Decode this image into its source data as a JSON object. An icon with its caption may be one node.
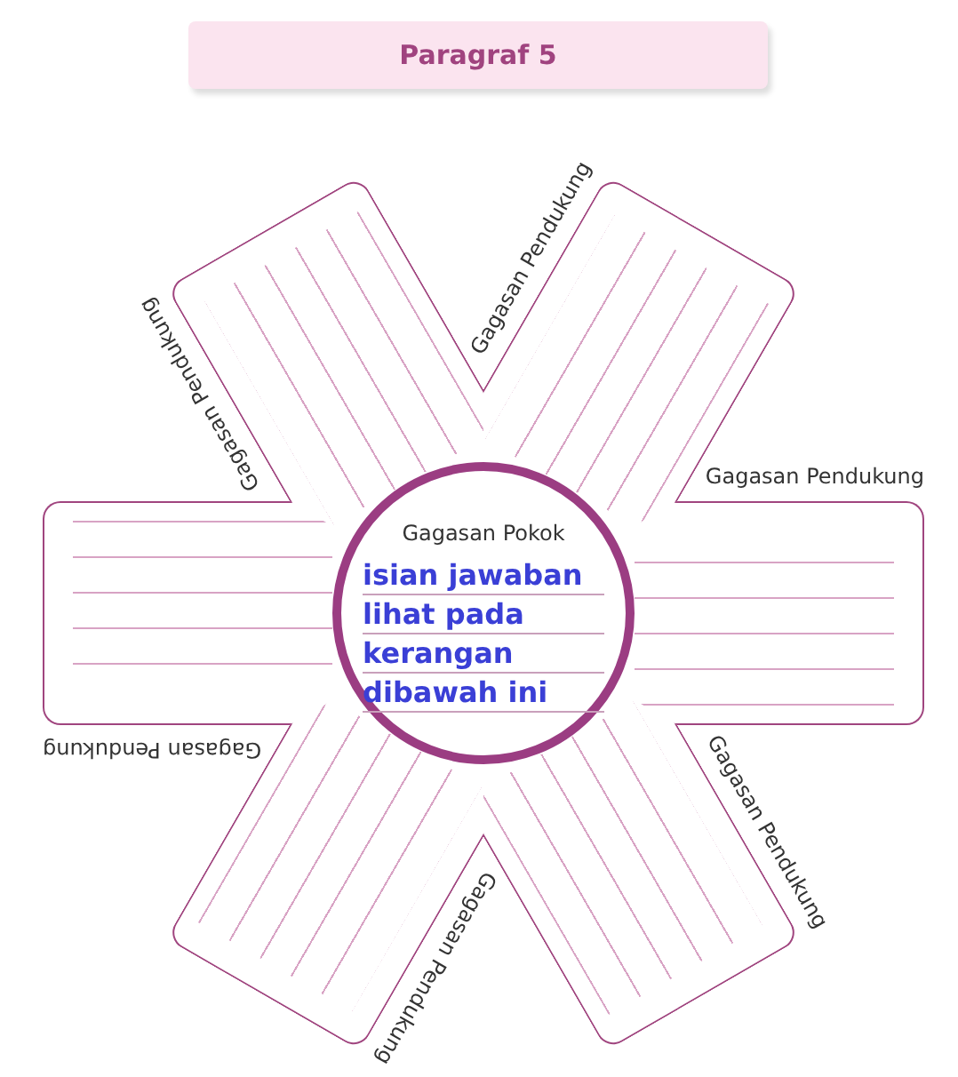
{
  "diagram": {
    "title": "Paragraf 5",
    "nodes": [
      {
        "text": [
          "Gagasan Pendukung"
        ]
      },
      {
        "text": [
          "Gagasan Pendukung"
        ]
      },
      {
        "text": [
          "Gagasan Pokok",
          "isian jawaban lihat pada kerangan dibawah ini"
        ]
      },
      {
        "text": [
          "Gagasan Pendukung"
        ]
      },
      {
        "text": [
          "Gagasan Pendukung"
        ]
      },
      {
        "text": [
          "Gagasan Pendukung"
        ]
      },
      {
        "text": [
          "Gagasan Pendukung"
        ]
      }
    ]
  }
}
